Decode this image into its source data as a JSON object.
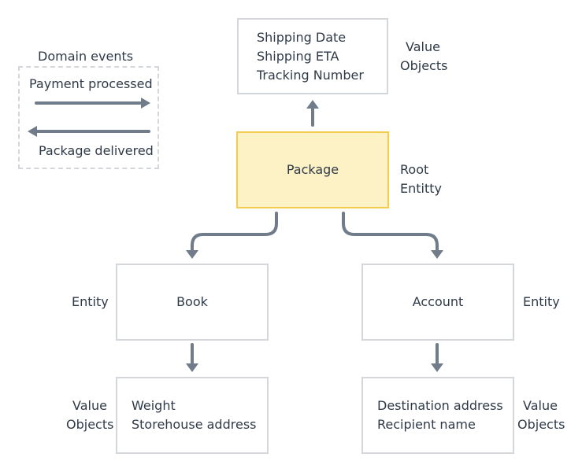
{
  "legend": {
    "title": "Domain events",
    "event_forward": "Payment processed",
    "event_backward": "Package delivered"
  },
  "nodes": {
    "value_objects_top": {
      "lines": [
        "Shipping Date",
        "Shipping ETA",
        "Tracking Number"
      ],
      "annotation_line1": "Value",
      "annotation_line2": "Objects"
    },
    "package": {
      "label": "Package",
      "annotation_line1": "Root",
      "annotation_line2": "Entitty"
    },
    "book": {
      "label": "Book",
      "annotation": "Entity"
    },
    "account": {
      "label": "Account",
      "annotation": "Entity"
    },
    "value_objects_book": {
      "lines": [
        "Weight",
        "Storehouse address"
      ],
      "annotation_line1": "Value",
      "annotation_line2": "Objects"
    },
    "value_objects_account": {
      "lines": [
        "Destination address",
        "Recipient name"
      ],
      "annotation_line1": "Value",
      "annotation_line2": "Objects"
    }
  },
  "colors": {
    "box_border": "#d3d6da",
    "root_fill": "#fdf1c6",
    "root_border": "#f2cc4e",
    "arrow": "#707c8a",
    "text": "#2f3a48"
  }
}
